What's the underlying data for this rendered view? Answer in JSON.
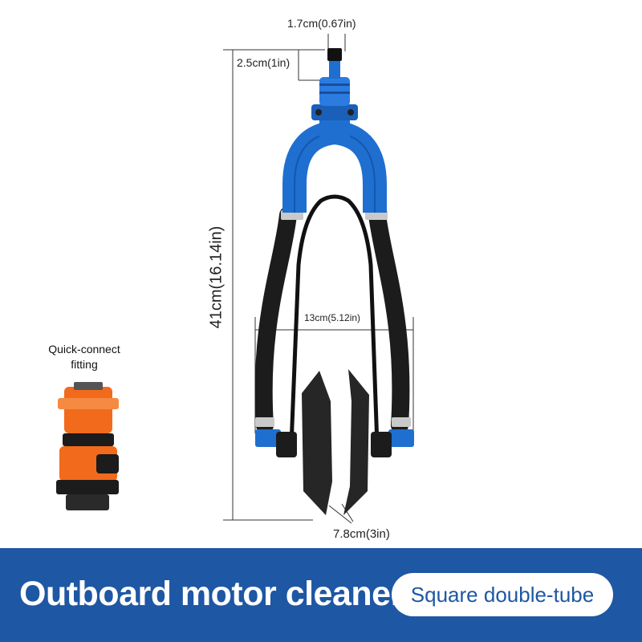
{
  "dimensions": {
    "width_top": "1.7cm(0.67in)",
    "connector_height": "2.5cm(1in)",
    "total_height": "41cm(16.14in)",
    "frame_width": "13cm(5.12in)",
    "brush_gap": "7.8cm(3in)"
  },
  "fitting": {
    "label_line1": "Quick-connect",
    "label_line2": "fitting"
  },
  "banner": {
    "title": "Outboard motor cleaner",
    "variant": "Square double-tube"
  },
  "colors": {
    "brand_blue": "#1e57a3",
    "part_blue": "#1f6fd0",
    "fitting_orange": "#f26a1b",
    "tube_black": "#1c1c1c"
  }
}
